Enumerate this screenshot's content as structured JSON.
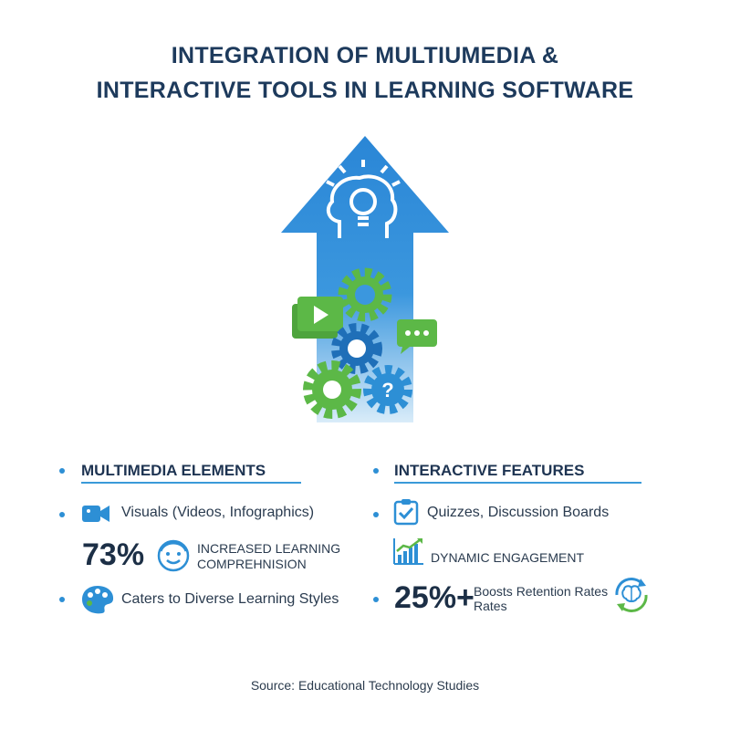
{
  "title": {
    "line1": "INTEGRATION OF MULTIUMEDIA &",
    "line2": "INTERACTIVE TOOLS IN LEARNING SOFTWARE"
  },
  "colors": {
    "blue": "#2d8fd5",
    "green": "#5cb847",
    "navy": "#1d3a5c"
  },
  "left": {
    "heading": "MULTIMEDIA ELEMENTS",
    "visuals": "Visuals (Videos, Infographics)",
    "visuals_icon": "video-camera-icon",
    "stat_value": "73%",
    "stat_icon": "smiling-face-icon",
    "stat_label_line1": "INCREASED LEARNING",
    "stat_label_line2": "COMPREHNISION",
    "styles": "Caters to Diverse Learning Styles",
    "styles_icon": "palette-icon"
  },
  "right": {
    "heading": "INTERACTIVE FEATURES",
    "quizzes": "Quizzes, Discussion Boards",
    "quizzes_icon": "checklist-icon",
    "engagement": "DYNAMIC ENGAGEMENT",
    "engagement_icon": "bar-chart-growth-icon",
    "stat_value": "25%+",
    "stat_label_line1": "Boosts Retention Rates",
    "stat_label_line2": "Rates",
    "stat_icon": "brain-cycle-icon"
  },
  "source": "Source: Educational Technology Studies"
}
